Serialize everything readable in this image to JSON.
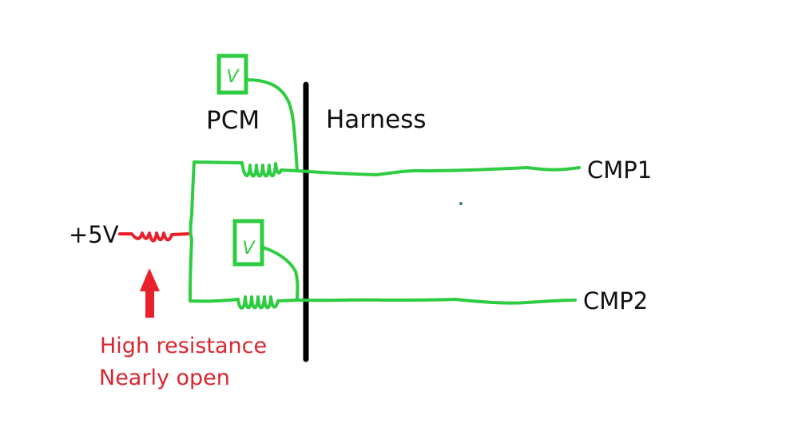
{
  "diagram": {
    "title": "PCM to harness circuit with high-resistance pull-up",
    "colors": {
      "wire": "#2ecc40",
      "fault": "#e8202a",
      "text": "#111111",
      "harness_line": "#000000",
      "annotation": "#d9262f"
    },
    "labels": {
      "pcm": "PCM",
      "harness": "Harness",
      "supply": "+5V",
      "cmp1": "CMP1",
      "cmp2": "CMP2",
      "voltmeter1": "V",
      "voltmeter2": "V"
    },
    "annotation": {
      "line1": "High resistance",
      "line2": "Nearly open"
    },
    "components": [
      {
        "id": "pullup-resistor",
        "type": "resistor",
        "state": "high resistance"
      },
      {
        "id": "resistor-cmp1",
        "type": "resistor"
      },
      {
        "id": "resistor-cmp2",
        "type": "resistor"
      },
      {
        "id": "voltmeter-cmp1",
        "type": "voltmeter"
      },
      {
        "id": "voltmeter-cmp2",
        "type": "voltmeter"
      }
    ]
  }
}
